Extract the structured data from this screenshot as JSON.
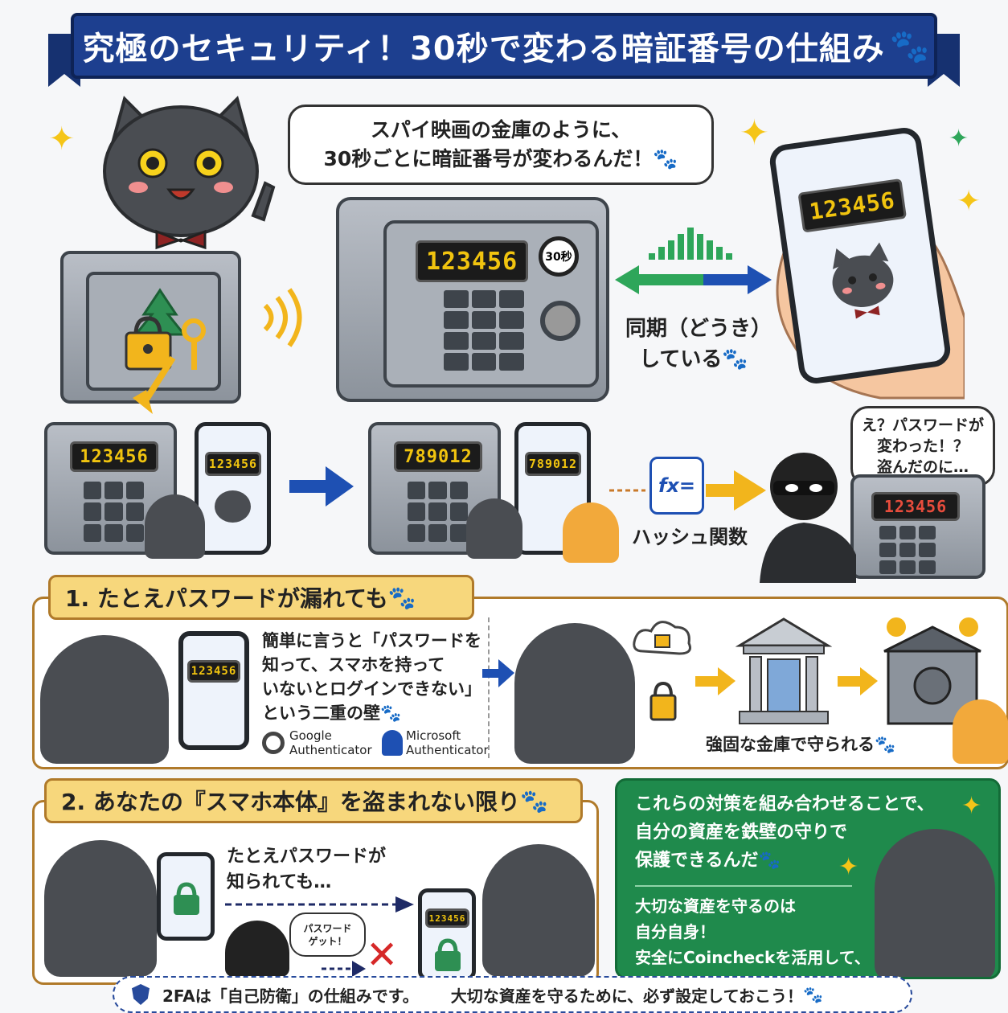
{
  "title": "究極のセキュリティ！30秒で変わる暗証番号の仕組み",
  "top_bubble": {
    "line1": "スパイ映画の金庫のように、",
    "line2": "30秒ごとに暗証番号が変わるんだ！"
  },
  "safe_code": "123456",
  "timer_label": "30秒",
  "phone_code": "123456",
  "sync_label": {
    "line1": "同期（どうき）",
    "line2": "している"
  },
  "row2": {
    "code_before": "123456",
    "code_after": "789012"
  },
  "hash_label": "ハッシュ関数",
  "hash_symbol": "fx=",
  "thief_bubble": {
    "line1": "え？パスワードが",
    "line2": "変わった！？",
    "line3": "盗んだのに…"
  },
  "thief_safe_code": "123456",
  "section1": {
    "tag": "1. たとえパスワードが漏れても",
    "phone_code": "123456",
    "text": [
      "簡単に言うと「パスワードを",
      "知って、スマホを持って",
      "いないとログインできない」",
      "という二重の壁"
    ],
    "apps": [
      {
        "name": "Google",
        "sub": "Authenticator"
      },
      {
        "name": "Microsoft",
        "sub": "Authenticator"
      }
    ],
    "caption": "強固な金庫で守られる"
  },
  "section2": {
    "tag": "2. あなたの『スマホ本体』を盗まれない限り",
    "text": [
      "たとえパスワードが",
      "知られても…"
    ],
    "thief_bubble": [
      "パスワード",
      "ゲット！"
    ],
    "phone_code": "123456"
  },
  "green_panel": {
    "lines": [
      "これらの対策を組み合わせることで、",
      "自分の資産を鉄壁の守りで",
      "保護できるんだ"
    ],
    "lines2": [
      "大切な資産を守るのは",
      "自分自身！",
      "安全にCoincheckを活用して、"
    ]
  },
  "footer": {
    "left": "2FAは「自己防衛」の仕組みです。",
    "right": "大切な資産を守るために、必ず設定しておこう！"
  },
  "colors": {
    "banner": "#1d3f8f",
    "lcd_text": "#f1c40f",
    "section_border": "#b07a2a",
    "section_tag": "#f7d77c",
    "green_panel": "#1f8a4c",
    "arrow_blue": "#1e50b3",
    "arrow_yellow": "#f2b51c"
  },
  "icons": [
    "paw-icon",
    "cat-mascot",
    "safe-icon",
    "phone-icon",
    "sparkle-icon",
    "padlock-icon",
    "key-icon",
    "cloud-icon",
    "bank-icon",
    "thief-icon",
    "bitcoin-cat"
  ]
}
